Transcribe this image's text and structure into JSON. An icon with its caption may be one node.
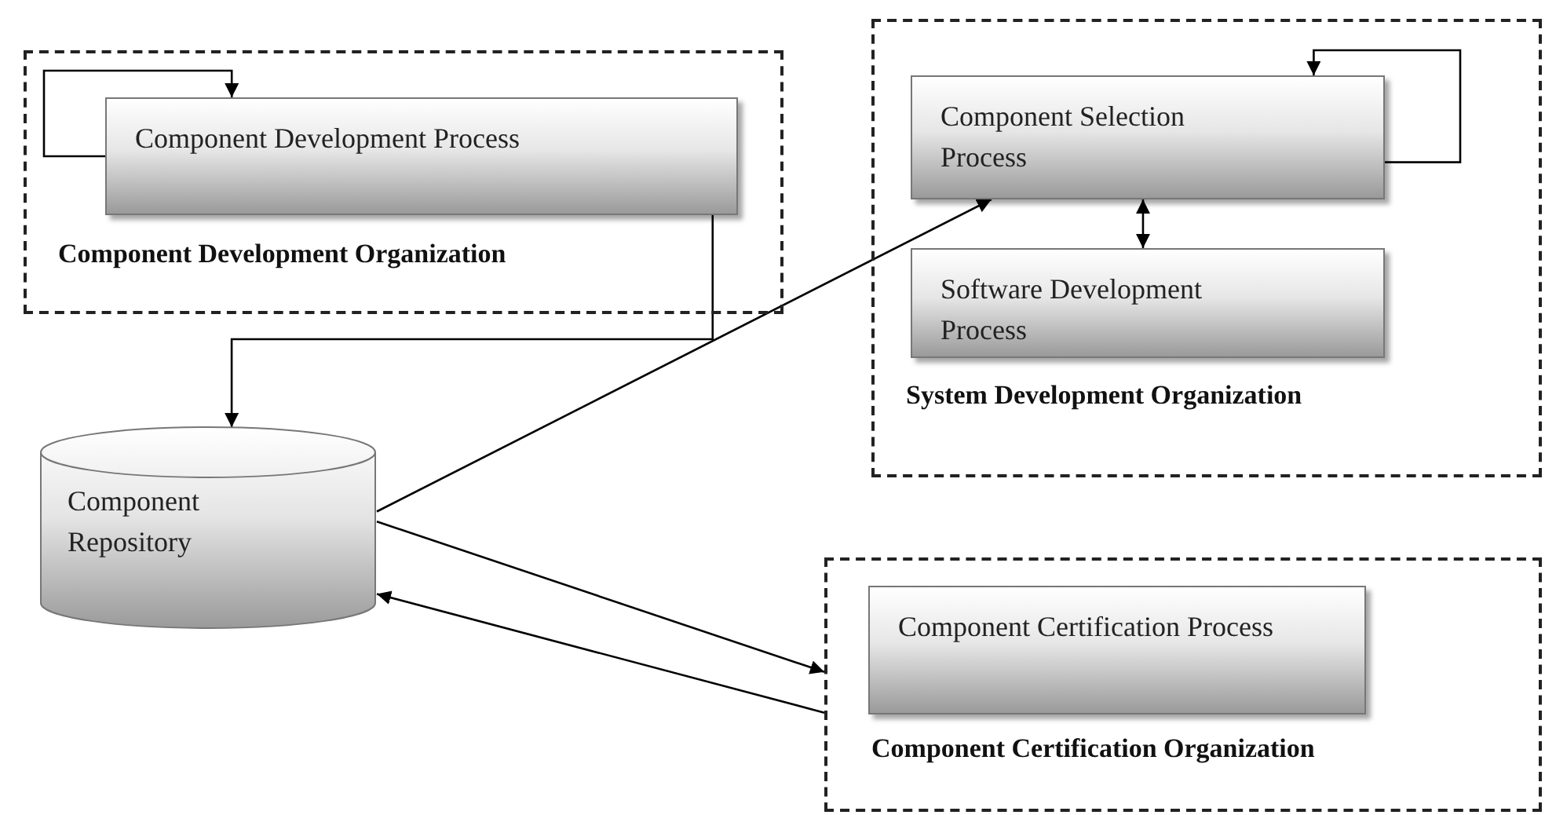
{
  "diagram": {
    "nodes": [
      {
        "text": [
          "Component Development Organization"
        ]
      },
      {
        "text": [
          "Component Development Process"
        ],
        "in": 0
      },
      {
        "text": [
          "System Development Organization"
        ]
      },
      {
        "text": [
          "Component Selection Process"
        ],
        "in": 2
      },
      {
        "text": [
          "Software Development Process"
        ],
        "in": 2
      },
      {
        "text": [
          "Component Repository"
        ]
      },
      {
        "text": [
          "Component Certification Organization"
        ]
      },
      {
        "text": [
          "Component Certification Process"
        ],
        "in": 6
      }
    ],
    "edges": [
      {
        "from": 1,
        "to": 1,
        "arrow": "to"
      },
      {
        "from": 1,
        "to": 5,
        "arrow": "to"
      },
      {
        "from": 5,
        "to": 3,
        "arrow": "to"
      },
      {
        "from": 3,
        "to": 4,
        "arrow": "both"
      },
      {
        "from": 3,
        "to": 3,
        "arrow": "to"
      },
      {
        "from": 5,
        "to": 6,
        "arrow": "to"
      },
      {
        "from": 6,
        "to": 5,
        "arrow": "to"
      }
    ]
  }
}
